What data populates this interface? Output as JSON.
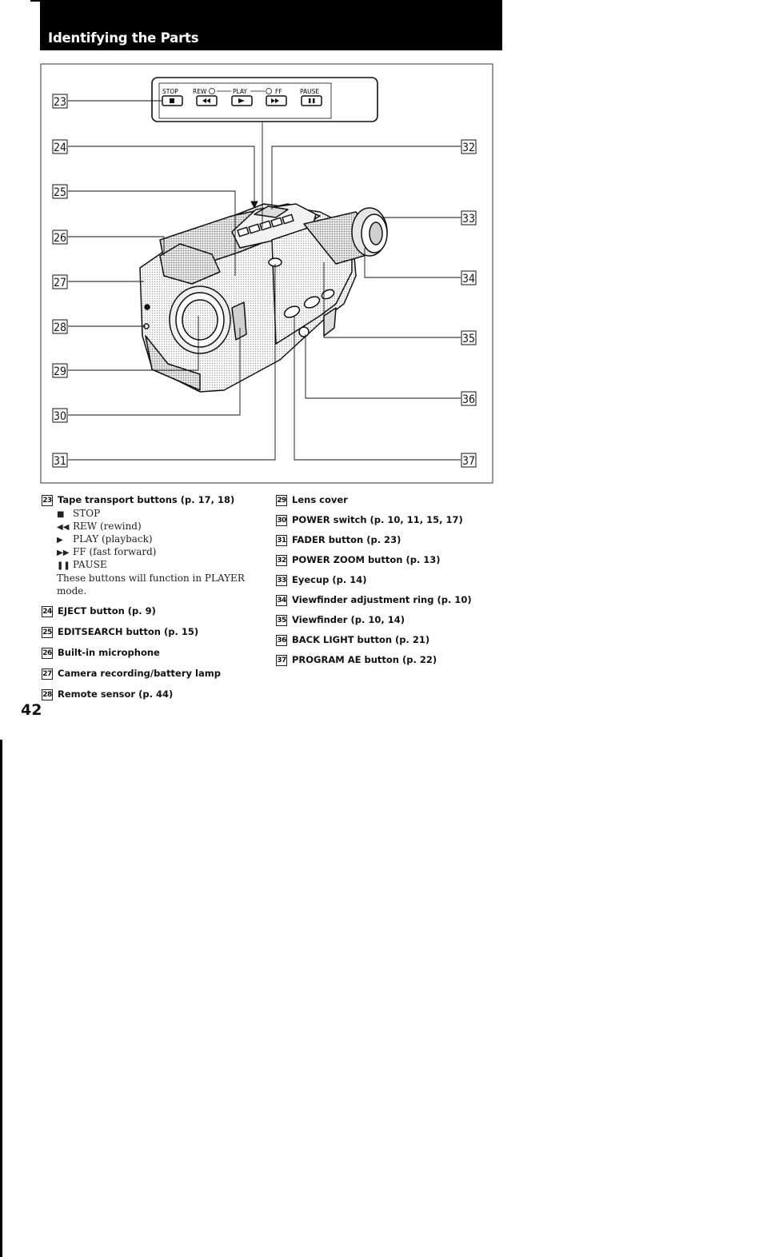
{
  "header": {
    "title": "Identifying the Parts"
  },
  "panel": {
    "labels": {
      "stop": "STOP",
      "rew": "REW",
      "play": "PLAY",
      "ff": "FF",
      "pause": "PAUSE"
    }
  },
  "callouts_left": [
    "23",
    "24",
    "25",
    "26",
    "27",
    "28",
    "29",
    "30",
    "31"
  ],
  "callouts_right": [
    "32",
    "33",
    "34",
    "35",
    "36",
    "37"
  ],
  "parts_left": [
    {
      "num": "23",
      "label": "Tape transport buttons (p. 17, 18)"
    },
    {
      "num": "24",
      "label": "EJECT button (p. 9)"
    },
    {
      "num": "25",
      "label": "EDITSEARCH button (p. 15)"
    },
    {
      "num": "26",
      "label": "Built-in microphone"
    },
    {
      "num": "27",
      "label": "Camera recording/battery lamp"
    },
    {
      "num": "28",
      "label": "Remote sensor (p. 44)"
    }
  ],
  "tape_buttons": [
    {
      "symbol": "■",
      "text": "STOP"
    },
    {
      "symbol": "◀◀",
      "text": "REW (rewind)"
    },
    {
      "symbol": "▶",
      "text": "PLAY (playback)"
    },
    {
      "symbol": "▶▶",
      "text": "FF (fast forward)"
    },
    {
      "symbol": "❚❚",
      "text": "PAUSE"
    }
  ],
  "tape_note": "These buttons will function in PLAYER mode.",
  "parts_right": [
    {
      "num": "29",
      "label": "Lens cover"
    },
    {
      "num": "30",
      "label": "POWER switch (p. 10, 11, 15, 17)"
    },
    {
      "num": "31",
      "label": "FADER button (p. 23)"
    },
    {
      "num": "32",
      "label": "POWER ZOOM button (p. 13)"
    },
    {
      "num": "33",
      "label": "Eyecup (p. 14)"
    },
    {
      "num": "34",
      "label": "Viewfinder adjustment ring (p. 10)"
    },
    {
      "num": "35",
      "label": "Viewfinder (p. 10, 14)"
    },
    {
      "num": "36",
      "label": "BACK LIGHT button (p. 21)"
    },
    {
      "num": "37",
      "label": "PROGRAM AE button (p. 22)"
    }
  ],
  "page_number": "42"
}
